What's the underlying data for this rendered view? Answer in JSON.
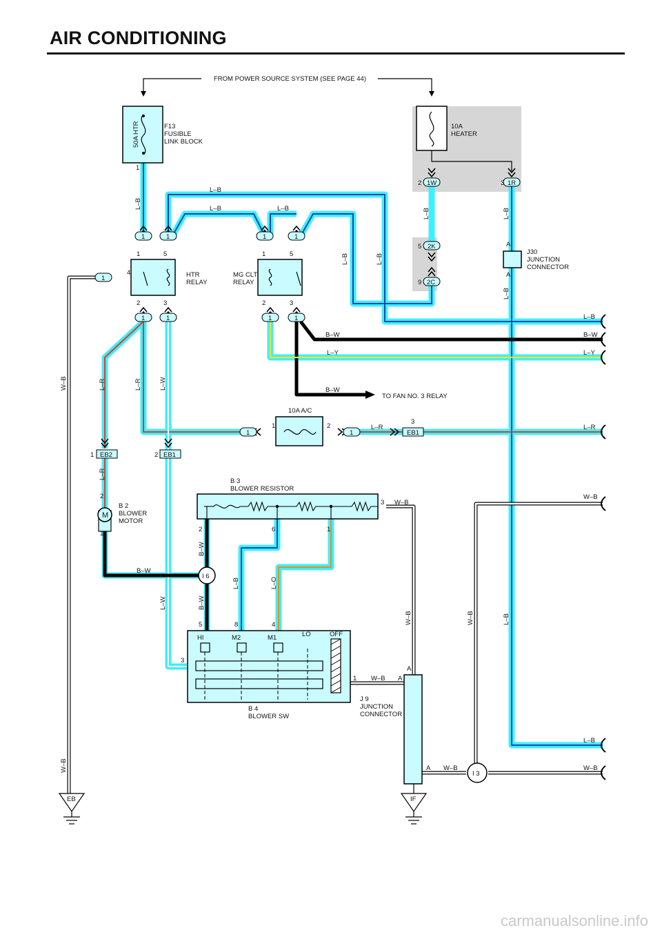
{
  "page": {
    "title": "AIR CONDITIONING",
    "watermark": "carmanualsonline.info"
  },
  "colors": {
    "highlight": "#3cf0ff",
    "component_fill": "#c9fbff",
    "shaded_area": "#d6d6d6",
    "wire_black": "#000000",
    "wire_red": "#e23b2a",
    "wire_yellow": "#f2e22a",
    "wire_orange": "#f08a1e",
    "wire_white": "#ffffff"
  },
  "labels": {
    "power_source": "FROM POWER SOURCE SYSTEM (SEE PAGE 44)",
    "fuse_50a": "50A HTR",
    "fusible_link_ref": "F13",
    "fusible_link_name1": "FUSIBLE",
    "fusible_link_name2": "LINK BLOCK",
    "heater_fuse_rating": "10A",
    "heater_fuse_name": "HEATER",
    "htr_relay1": "HTR",
    "htr_relay2": "RELAY",
    "mg_relay1": "MG CLT",
    "mg_relay2": "RELAY",
    "j30_ref": "J30",
    "j30_name1": "JUNCTION",
    "j30_name2": "CONNECTOR",
    "fan_relay": "TO FAN NO. 3 RELAY",
    "fuse_ac": "10A A/C",
    "resistor_ref": "B 3",
    "resistor_name": "BLOWER RESISTOR",
    "motor_ref": "B 2",
    "motor_name1": "BLOWER",
    "motor_name2": "MOTOR",
    "motor_symbol": "M",
    "switch_ref": "B 4",
    "switch_name": "BLOWER SW",
    "j9_ref": "J 9",
    "j9_name1": "JUNCTION",
    "j9_name2": "CONNECTOR",
    "sw_hi": "HI",
    "sw_m2": "M2",
    "sw_m1": "M1",
    "sw_lo": "LO",
    "sw_off": "OFF",
    "ground_eb": "EB",
    "ground_if": "IF",
    "joint_i6": "I 6",
    "joint_i3": "I 3"
  },
  "connectors": {
    "c_1w": "1W",
    "c_1r": "1R",
    "c_2k": "2K",
    "c_2c": "2C",
    "c_eb1": "EB1",
    "c_eb2": "EB2",
    "c_1": "1"
  },
  "wire_colors": {
    "lb": "L–B",
    "bw": "B–W",
    "ly": "L–Y",
    "lr": "L–R",
    "lw": "L–W",
    "wb": "W–B",
    "lo": "L–O"
  },
  "pins": {
    "p1": "1",
    "p2": "2",
    "p3": "3",
    "p4": "4",
    "p5": "5",
    "p6": "6",
    "p8": "8",
    "p9": "9",
    "pa": "A"
  }
}
